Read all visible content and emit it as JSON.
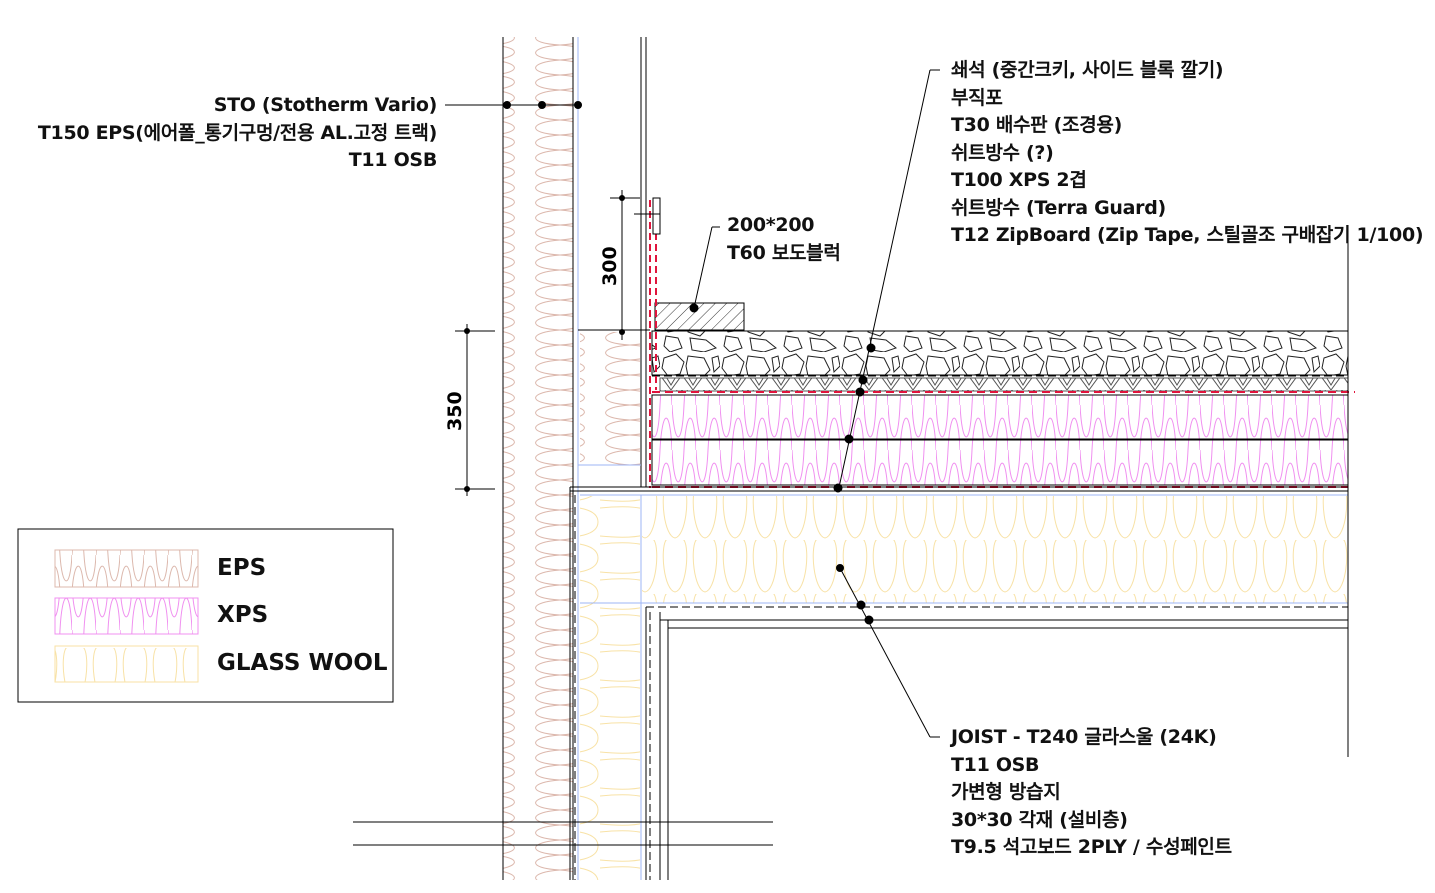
{
  "labels": {
    "wall": [
      "STO (Stotherm Vario)",
      "T150 EPS(에어폴_통기구멍/전용 AL.고정 트랙)",
      "T11 OSB"
    ],
    "roof": [
      "쇄석 (중간크키, 사이드 블록 깔기)",
      "부직포",
      "T30 배수판 (조경용)",
      "쉬트방수 (?)",
      "T100 XPS 2겹",
      "쉬트방수 (Terra Guard)",
      "T12 ZipBoard (Zip Tape, 스틸골조 구배잡기 1/100)"
    ],
    "block": [
      "200*200",
      "T60 보도블럭"
    ],
    "ceiling": [
      "JOIST - T240 글라스울 (24K)",
      "T11 OSB",
      "가변형 방습지",
      "30*30 각재 (설비층)",
      "T9.5 석고보드 2PLY / 수성페인트"
    ]
  },
  "dimensions": {
    "parapet": "300",
    "wall_height": "350"
  },
  "legend": [
    {
      "label": "EPS",
      "color": "#d9b3a8"
    },
    {
      "label": "XPS",
      "color": "#f08cf0"
    },
    {
      "label": "GLASS WOOL",
      "color": "#fbe6b0"
    }
  ],
  "colors": {
    "waterproof": "#e0143c",
    "osb": "#9db4f5"
  }
}
